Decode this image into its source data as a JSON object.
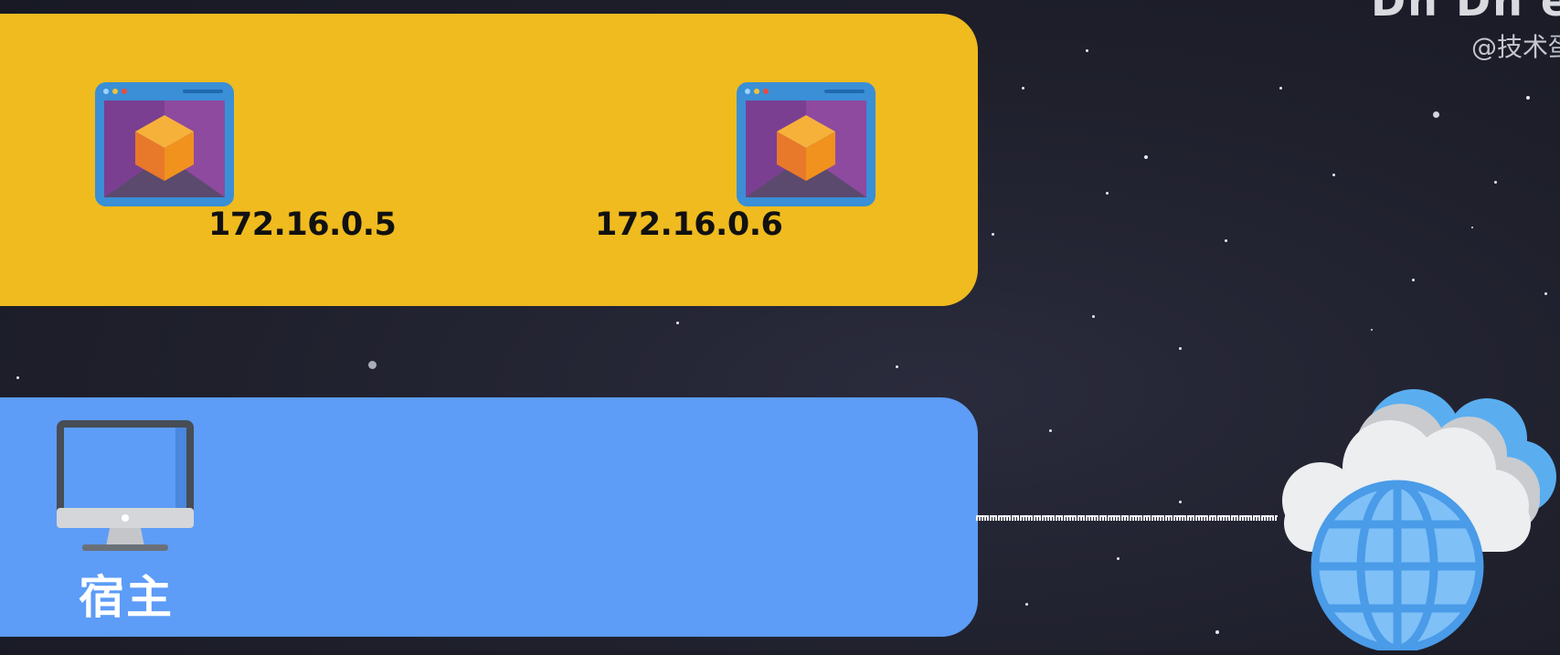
{
  "header": {
    "brand_fragment": "Dh Dh e",
    "watermark": "@技术蛋"
  },
  "container_network": {
    "containers": [
      {
        "ip": "172.16.0.5",
        "icon": "container-window-icon"
      },
      {
        "ip": "172.16.0.6",
        "icon": "container-window-icon"
      }
    ],
    "color": "#efbb1f"
  },
  "host": {
    "label": "宿主",
    "icon": "monitor-icon",
    "color": "#5d9cf7"
  },
  "internet": {
    "icon": "cloud-globe-icon",
    "link": "dashed-white-line"
  }
}
